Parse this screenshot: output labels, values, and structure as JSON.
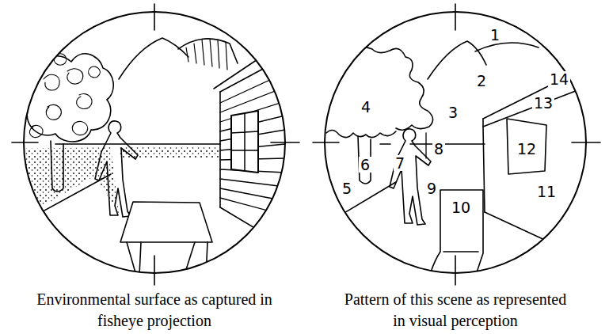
{
  "diagram": {
    "labels": [
      "Environmental surface as captured in fisheye projection",
      "Pattern of this scene as represented in visual perception",
      "1",
      "2",
      "3",
      "4",
      "5",
      "6",
      "7",
      "8",
      "9",
      "10",
      "11",
      "12",
      "13",
      "14"
    ]
  }
}
